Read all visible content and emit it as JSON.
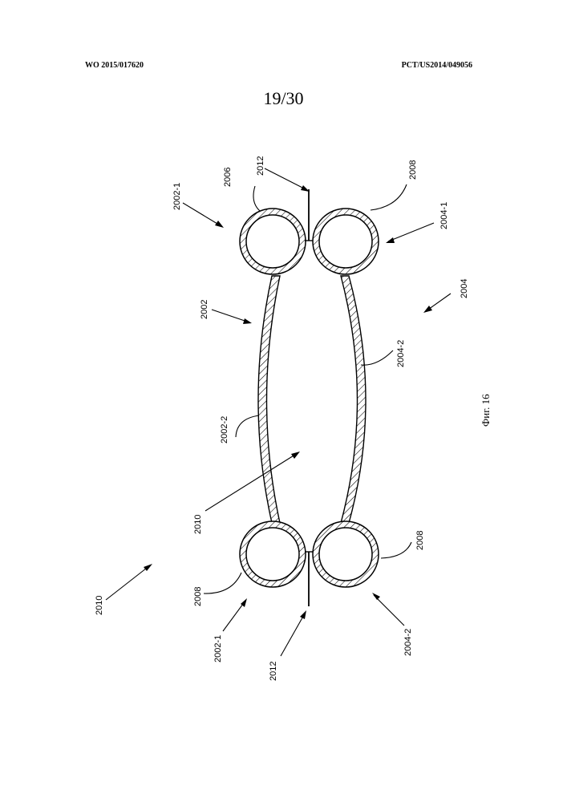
{
  "header": {
    "publication_number": "WO 2015/017620",
    "application_number": "PCT/US2014/049056",
    "sheet": "19/30"
  },
  "figure": {
    "caption": "Фиг. 16",
    "labels": {
      "l2002_1_top": "2002-1",
      "l2006": "2006",
      "l2012_top": "2012",
      "l2008_top": "2008",
      "l2004_1": "2004-1",
      "l2004": "2004",
      "l2002": "2002",
      "l2004_2_mid": "2004-2",
      "l2002_2": "2002-2",
      "l2010_mid": "2010",
      "l2008_bottom": "2008",
      "l2010_left": "2010",
      "l2008_left": "2008",
      "l2002_1_bottom": "2002-1",
      "l2004_2_bottom": "2004-2",
      "l2012_bottom": "2012"
    }
  }
}
